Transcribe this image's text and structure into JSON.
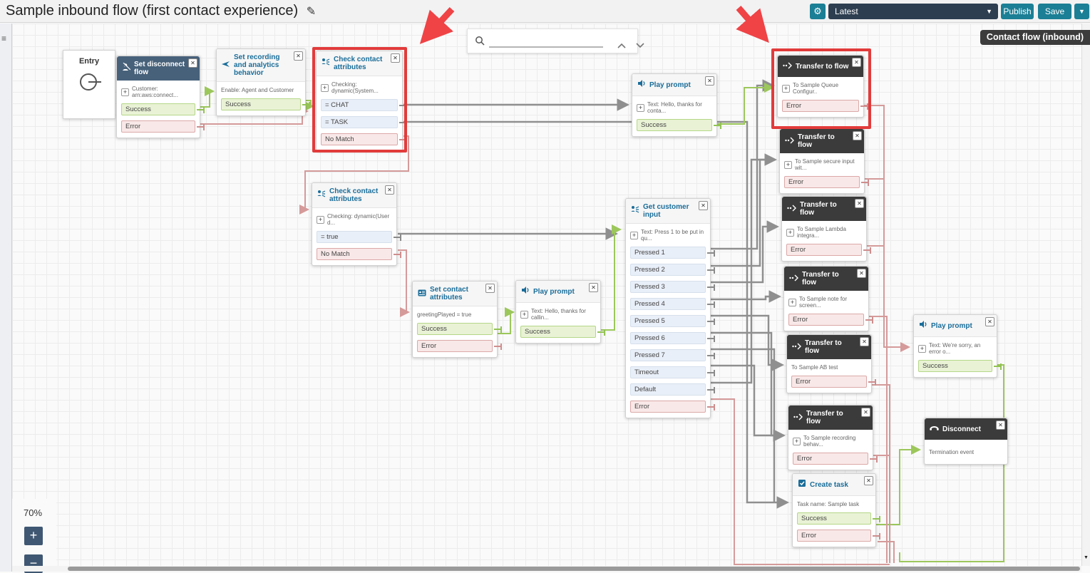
{
  "header": {
    "title": "Sample inbound flow (first contact experience)",
    "version_selected": "Latest",
    "publish_label": "Publish",
    "save_label": "Save"
  },
  "badge": "Contact flow (inbound)",
  "search": {
    "placeholder": "",
    "value": ""
  },
  "zoom": {
    "level": "70%",
    "in_label": "+",
    "out_label": "−"
  },
  "icons": {
    "gear": "⚙",
    "edit": "✎",
    "close": "✕",
    "plus": "+",
    "caret_down": "▼",
    "scroll_up": "▲",
    "scroll_down": "▼",
    "hamburger": "≡"
  },
  "colors": {
    "accent_teal": "#1b7f95",
    "navy": "#2d3e50",
    "slate_header": "#47617a",
    "dark_header": "#3b3b3b",
    "success": "#e9f2d5",
    "error": "#f9e8e8",
    "info": "#e9eff8",
    "annotation_red": "#e23b3b"
  },
  "nodes": [
    {
      "type": "entry",
      "title": "Entry"
    },
    {
      "type": "set-disconnect-flow",
      "title": "Set disconnect flow",
      "desc": "Customer: arn:aws:connect...",
      "rows": [
        {
          "label": "Success",
          "kind": "success"
        },
        {
          "label": "Error",
          "kind": "error"
        }
      ]
    },
    {
      "type": "set-recording-behavior",
      "title": "Set recording and analytics behavior",
      "desc": "Enable: Agent and Customer",
      "rows": [
        {
          "label": "Success",
          "kind": "success"
        }
      ]
    },
    {
      "type": "check-contact-attributes",
      "title": "Check contact attributes",
      "desc": "Checking: dynamic(System...",
      "rows": [
        {
          "label": "= CHAT",
          "kind": "info"
        },
        {
          "label": "= TASK",
          "kind": "info"
        },
        {
          "label": "No Match",
          "kind": "error"
        }
      ]
    },
    {
      "type": "play-prompt",
      "title": "Play prompt",
      "desc": "Text: Hello, thanks for conta...",
      "rows": [
        {
          "label": "Success",
          "kind": "success"
        }
      ]
    },
    {
      "type": "transfer-to-flow",
      "title": "Transfer to flow",
      "desc": "To Sample Queue Configur..",
      "rows": [
        {
          "label": "Error",
          "kind": "error"
        }
      ]
    },
    {
      "type": "transfer-to-flow",
      "title": "Transfer to flow",
      "desc": "To Sample secure input wit...",
      "rows": [
        {
          "label": "Error",
          "kind": "error"
        }
      ]
    },
    {
      "type": "transfer-to-flow",
      "title": "Transfer to flow",
      "desc": "To Sample Lambda integra...",
      "rows": [
        {
          "label": "Error",
          "kind": "error"
        }
      ]
    },
    {
      "type": "transfer-to-flow",
      "title": "Transfer to flow",
      "desc": "To Sample note for screen...",
      "rows": [
        {
          "label": "Error",
          "kind": "error"
        }
      ]
    },
    {
      "type": "transfer-to-flow",
      "title": "Transfer to flow",
      "desc": "To Sample AB test",
      "rows": [
        {
          "label": "Error",
          "kind": "error"
        }
      ]
    },
    {
      "type": "transfer-to-flow",
      "title": "Transfer to flow",
      "desc": "To Sample recording behav...",
      "rows": [
        {
          "label": "Error",
          "kind": "error"
        }
      ]
    },
    {
      "type": "create-task",
      "title": "Create task",
      "desc": "Task name: Sample task",
      "rows": [
        {
          "label": "Success",
          "kind": "success"
        },
        {
          "label": "Error",
          "kind": "error"
        }
      ]
    },
    {
      "type": "check-contact-attributes",
      "title": "Check contact attributes",
      "desc": "Checking: dynamic(User d...",
      "rows": [
        {
          "label": "= true",
          "kind": "info"
        },
        {
          "label": "No Match",
          "kind": "error"
        }
      ]
    },
    {
      "type": "set-contact-attributes",
      "title": "Set contact attributes",
      "desc": "greetingPlayed = true",
      "rows": [
        {
          "label": "Success",
          "kind": "success"
        },
        {
          "label": "Error",
          "kind": "error"
        }
      ]
    },
    {
      "type": "play-prompt",
      "title": "Play prompt",
      "desc": "Text: Hello, thanks for callin...",
      "rows": [
        {
          "label": "Success",
          "kind": "success"
        }
      ]
    },
    {
      "type": "get-customer-input",
      "title": "Get customer input",
      "desc": "Text: Press 1 to be put in qu...",
      "rows": [
        {
          "label": "Pressed 1",
          "kind": "info"
        },
        {
          "label": "Pressed 2",
          "kind": "info"
        },
        {
          "label": "Pressed 3",
          "kind": "info"
        },
        {
          "label": "Pressed 4",
          "kind": "info"
        },
        {
          "label": "Pressed 5",
          "kind": "info"
        },
        {
          "label": "Pressed 6",
          "kind": "info"
        },
        {
          "label": "Pressed 7",
          "kind": "info"
        },
        {
          "label": "Timeout",
          "kind": "info"
        },
        {
          "label": "Default",
          "kind": "info"
        },
        {
          "label": "Error",
          "kind": "error"
        }
      ]
    },
    {
      "type": "play-prompt",
      "title": "Play prompt",
      "desc": "Text: We're sorry, an error o...",
      "rows": [
        {
          "label": "Success",
          "kind": "success"
        }
      ]
    },
    {
      "type": "disconnect",
      "title": "Disconnect",
      "desc": "Termination event",
      "rows": []
    }
  ]
}
